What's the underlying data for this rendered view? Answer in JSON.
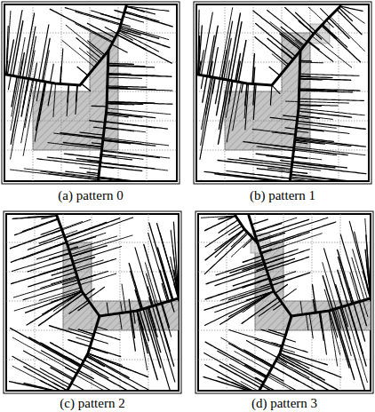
{
  "diagram": {
    "labels": [
      "(a) pattern 0",
      "(b) pattern 1",
      "(c) pattern 2",
      "(d) pattern 3"
    ]
  }
}
